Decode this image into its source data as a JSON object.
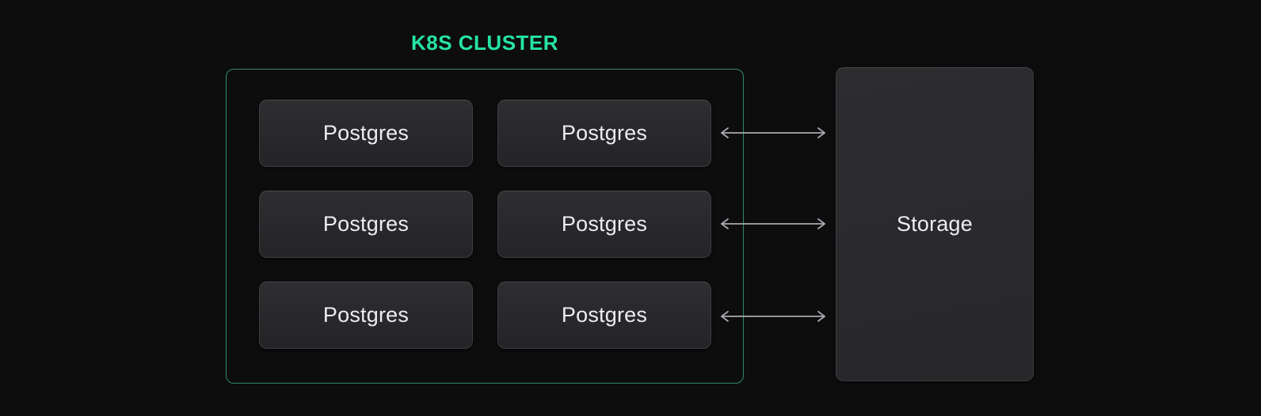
{
  "diagram": {
    "title": "K8S CLUSTER",
    "cluster": {
      "nodes": [
        {
          "label": "Postgres"
        },
        {
          "label": "Postgres"
        },
        {
          "label": "Postgres"
        },
        {
          "label": "Postgres"
        },
        {
          "label": "Postgres"
        },
        {
          "label": "Postgres"
        }
      ]
    },
    "storage": {
      "label": "Storage"
    },
    "connections": [
      {
        "from": "Postgres row 1",
        "to": "Storage",
        "type": "bidirectional"
      },
      {
        "from": "Postgres row 2",
        "to": "Storage",
        "type": "bidirectional"
      },
      {
        "from": "Postgres row 3",
        "to": "Storage",
        "type": "bidirectional"
      }
    ]
  },
  "colors": {
    "background": "#0d0d0e",
    "title_green": "#24e5a0",
    "cluster_border_green": "#2f8a66",
    "node_fill_top": "#2e2e31",
    "node_fill_bottom": "#242427",
    "node_border": "#3d3d41",
    "arrow_gray": "#a9a9b0",
    "text": "#ededf0"
  }
}
